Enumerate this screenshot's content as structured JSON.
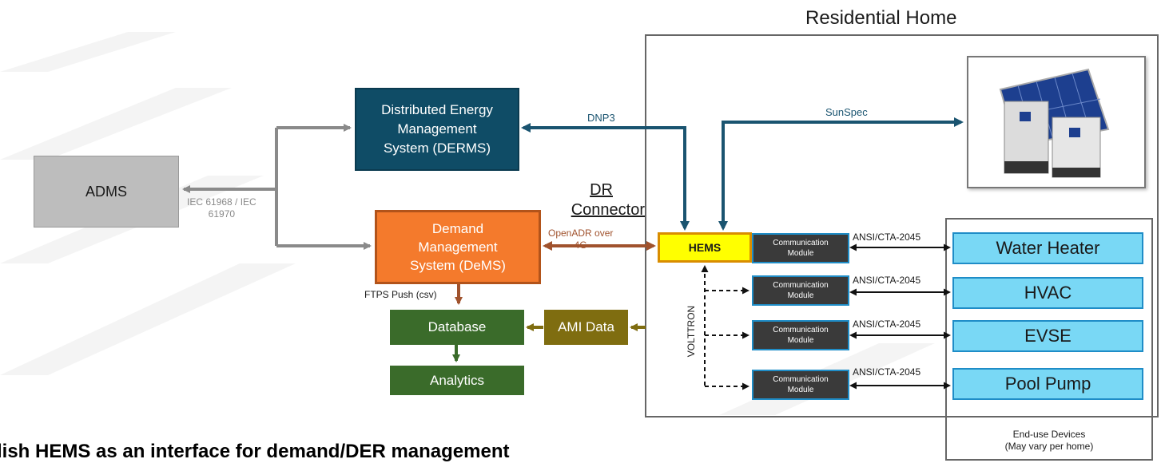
{
  "residential_home": {
    "title": "Residential Home"
  },
  "adms": {
    "label": "ADMS"
  },
  "derms": {
    "line1": "Distributed Energy",
    "line2": "Management",
    "line3": "System (DERMS)"
  },
  "dems": {
    "line1": "Demand",
    "line2": "Management",
    "line3": "System (DeMS)"
  },
  "database": {
    "label": "Database"
  },
  "analytics": {
    "label": "Analytics"
  },
  "ami": {
    "label": "AMI Data"
  },
  "hems": {
    "label": "HEMS"
  },
  "dr_connector": {
    "line1": "DR",
    "line2": "Connector"
  },
  "edge_labels": {
    "iec_line1": "IEC 61968 / IEC",
    "iec_line2": "61970",
    "dnp3": "DNP3",
    "sunspec": "SunSpec",
    "openadr_line1": "OpenADR over",
    "openadr_line2": "4G",
    "ftps": "FTPS Push (csv)",
    "volttron": "VOLTTRON"
  },
  "comm_modules": [
    {
      "line1": "Communication",
      "line2": "Module",
      "protocol": "ANSI/CTA-2045"
    },
    {
      "line1": "Communication",
      "line2": "Module",
      "protocol": "ANSI/CTA-2045"
    },
    {
      "line1": "Communication",
      "line2": "Module",
      "protocol": "ANSI/CTA-2045"
    },
    {
      "line1": "Communication",
      "line2": "Module",
      "protocol": "ANSI/CTA-2045"
    }
  ],
  "devices": [
    {
      "label": "Water Heater"
    },
    {
      "label": "HVAC"
    },
    {
      "label": "EVSE"
    },
    {
      "label": "Pool Pump"
    }
  ],
  "end_use": {
    "line1": "End-use Devices",
    "line2": "(May vary per home)"
  },
  "footer": {
    "text": "lish HEMS as an interface for demand/DER management"
  },
  "colors": {
    "derms": "#0f4c66",
    "dems": "#f47a2c",
    "green": "#3a6b2a",
    "ami": "#7f6d10",
    "hems": "#ffff00",
    "device": "#79d8f5",
    "comm": "#3a3a3a",
    "teal_arrow": "#1a5470",
    "brown_arrow": "#a0522d"
  }
}
